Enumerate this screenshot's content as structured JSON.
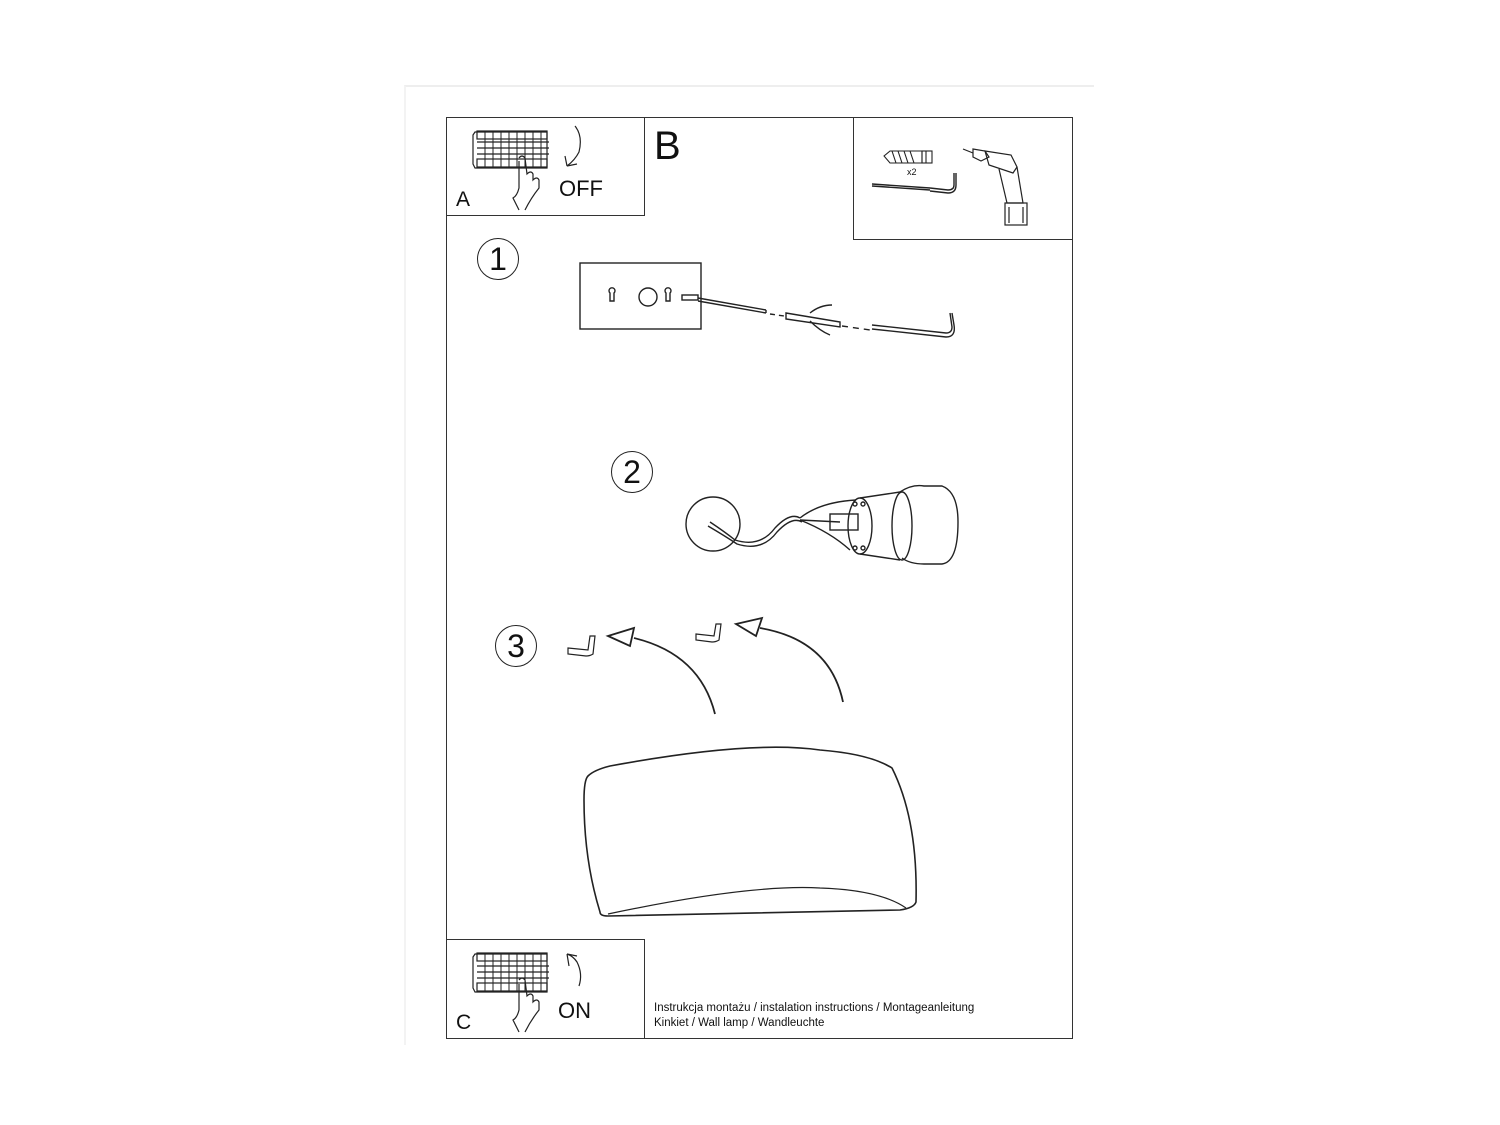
{
  "document": {
    "type": "assembly-instructions",
    "footer": {
      "line1": "Instrukcja montażu / instalation instructions / Montageanleitung",
      "line2": "Kinkiet / Wall lamp / Wandleuchte"
    }
  },
  "panels": {
    "a": {
      "letter": "A",
      "action": "OFF",
      "icon": "circuit-breaker-off-icon"
    },
    "b": {
      "letter": "B"
    },
    "tools": {
      "quantity": "x2",
      "items": [
        "wall-plug-icon",
        "hook-screw-icon",
        "power-drill-icon"
      ]
    },
    "c": {
      "letter": "C",
      "action": "ON",
      "icon": "circuit-breaker-on-icon"
    }
  },
  "steps": [
    {
      "number": "1",
      "illustration": "drill-and-insert-hook-screws"
    },
    {
      "number": "2",
      "illustration": "connect-wires-to-lamp-socket"
    },
    {
      "number": "3",
      "illustration": "hang-lampshade-on-hooks"
    }
  ],
  "colors": {
    "line": "#222222",
    "page_border": "#eeeeee",
    "background": "#ffffff"
  }
}
